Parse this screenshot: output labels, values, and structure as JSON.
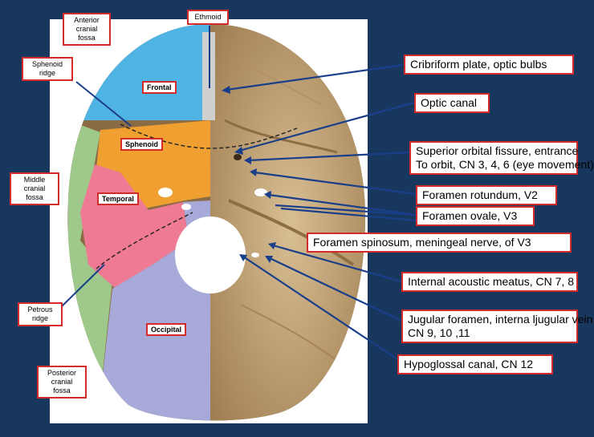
{
  "fossa_labels": {
    "anterior": "Anterior\ncranial\nfossa",
    "sphenoid_ridge": "Sphenoid\nridge",
    "middle": "Middle\ncranial\nfossa",
    "petrous_ridge": "Petrous\nridge",
    "posterior": "Posterior\ncranial\nfossa"
  },
  "bone_labels": {
    "ethmoid": "Ethmoid",
    "frontal": "Frontal",
    "sphenoid": "Sphenoid",
    "temporal": "Temporal",
    "occipital": "Occipital"
  },
  "structures": [
    "Cribriform plate, optic bulbs",
    "Optic canal",
    "Superior orbital fissure, entrance\nTo orbit, CN 3, 4, 6 (eye movement)",
    "Foramen rotundum, V2",
    "Foramen ovale, V3",
    "Foramen spinosum, meningeal nerve, of V3",
    "Internal acoustic meatus, CN 7, 8",
    "Jugular foramen, interna ljugular vein\nCN 9, 10 ,11",
    "Hypoglossal canal, CN 12"
  ],
  "colors": {
    "background": "#17375e",
    "frontal": "#4fb3e3",
    "sphenoid": "#f0a030",
    "temporal": "#ee7a94",
    "occipital": "#a7a9d9",
    "parietal_rim": "#9ec98a",
    "bone_natural": "#c8a87a",
    "label_border": "#d42a2a",
    "pointer_line": "#1a3f8a"
  }
}
